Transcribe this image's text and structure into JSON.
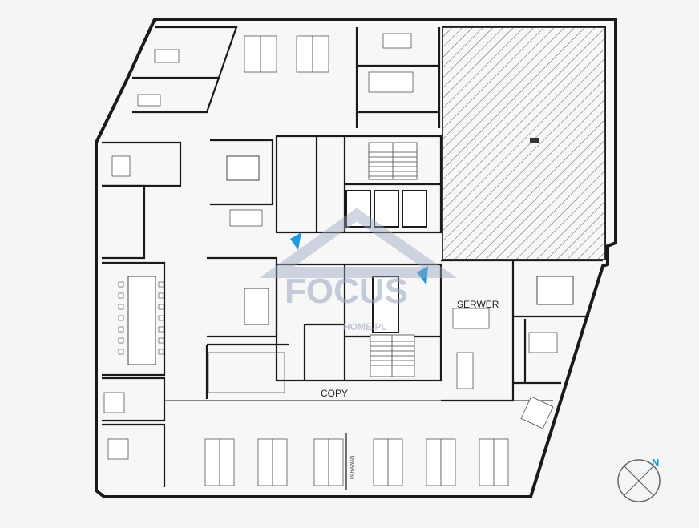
{
  "rooms": {
    "server": "SERWER",
    "copy": "COPY",
    "corridor": "PARAWAN"
  },
  "watermark": {
    "brand": "FOCUS",
    "sub": "HOME.PL"
  },
  "compass": {
    "north": "N"
  },
  "colors": {
    "wall": "#1a1a1a",
    "line": "#555555",
    "hatch": "#444444",
    "accent": "#1e9be0",
    "watermark": "#9aa7bf",
    "background": "#f4f5f6"
  }
}
